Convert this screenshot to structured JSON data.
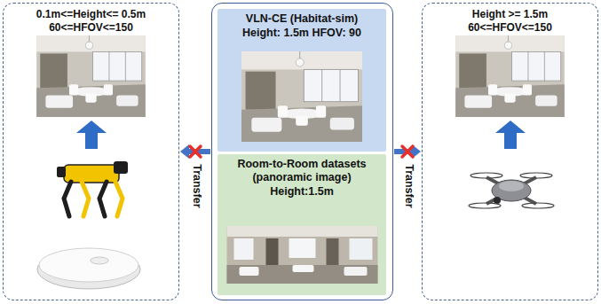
{
  "diagram": {
    "nodes": [
      {
        "text": [
          "0.1m<=Height<= 0.5m",
          "60<=HFOV<=150"
        ]
      },
      {
        "text": []
      },
      {
        "text": [
          "VLN-CE (Habitat-sim)",
          "Height: 1.5m HFOV: 90"
        ],
        "in": 1
      },
      {
        "text": [
          "Room-to-Room datasets (panoramic image)",
          "Height:1.5m"
        ],
        "in": 1
      },
      {
        "text": [
          "Height >= 1.5m",
          "60<=HFOV<=150"
        ]
      }
    ],
    "edges": [
      {
        "from": 1,
        "to": 0,
        "label": "Transfer",
        "arrow": "to"
      },
      {
        "from": 1,
        "to": 4,
        "label": "Transfer",
        "arrow": "to"
      }
    ]
  }
}
